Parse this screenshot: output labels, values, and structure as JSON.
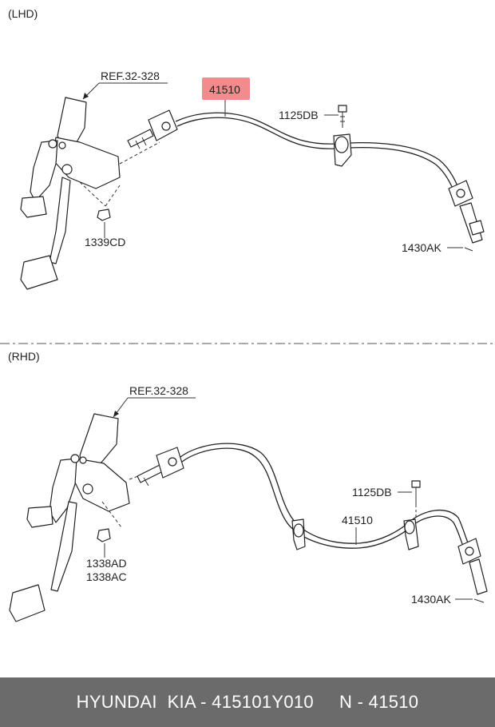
{
  "sections": [
    {
      "title": "(LHD)",
      "ref_label": "REF.32-328",
      "part_highlight": "41510",
      "bolt_label": "1125DB",
      "nut_labels": [
        "1339CD"
      ],
      "end_label": "1430AK"
    },
    {
      "title": "(RHD)",
      "ref_label": "REF.32-328",
      "part_label": "41510",
      "bolt_label": "1125DB",
      "nut_labels": [
        "1338AD",
        "1338AC"
      ],
      "end_label": "1430AK"
    }
  ],
  "highlight_color": "#f28b8b",
  "footer": {
    "text": "HYUNDAI  KIA - 415101Y010     N - 41510"
  }
}
